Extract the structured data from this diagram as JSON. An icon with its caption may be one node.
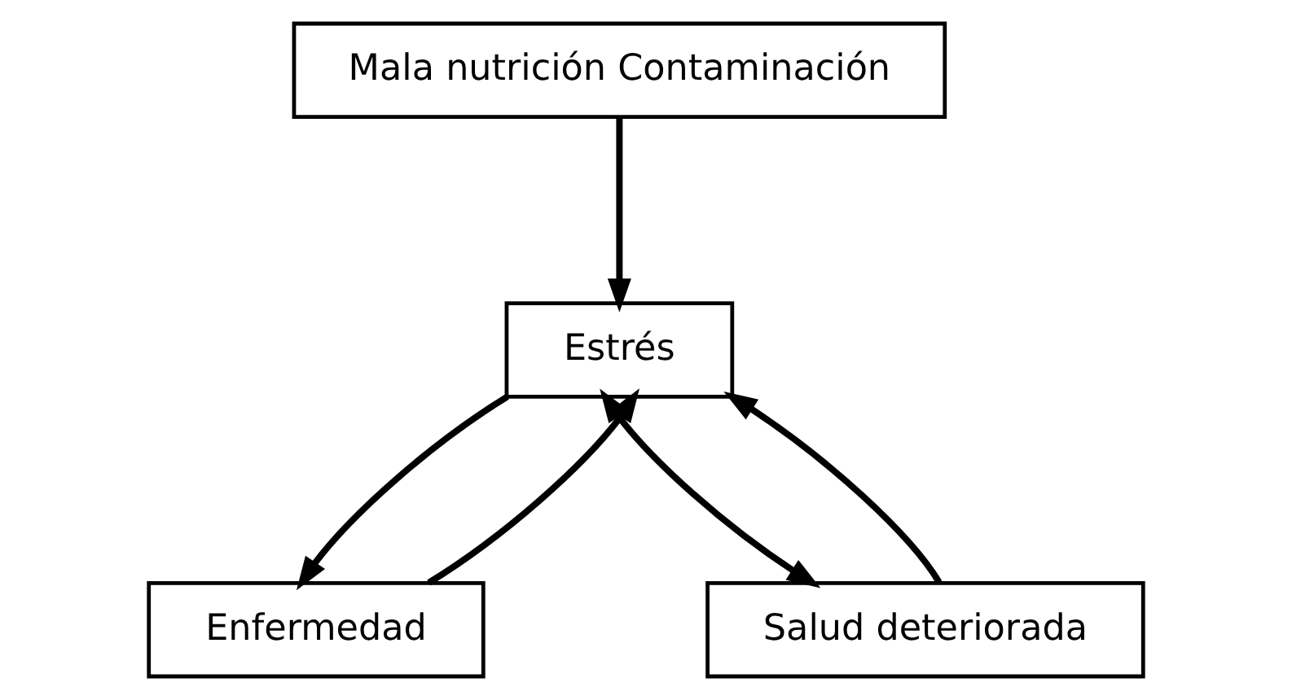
{
  "diagram": {
    "nodes": [
      {
        "text": [
          "Mala nutrición Contaminación"
        ]
      },
      {
        "text": [
          "Estrés"
        ]
      },
      {
        "text": [
          "Enfermedad"
        ]
      },
      {
        "text": [
          "Salud deteriorada"
        ]
      }
    ],
    "edges": [
      {
        "from": 0,
        "to": 1,
        "arrow": "to"
      },
      {
        "from": 1,
        "to": 2,
        "arrow": "to"
      },
      {
        "from": 2,
        "to": 1,
        "arrow": "to"
      },
      {
        "from": 3,
        "to": 1,
        "arrow": "to"
      },
      {
        "from": 1,
        "to": 3,
        "arrow": "both"
      }
    ]
  }
}
